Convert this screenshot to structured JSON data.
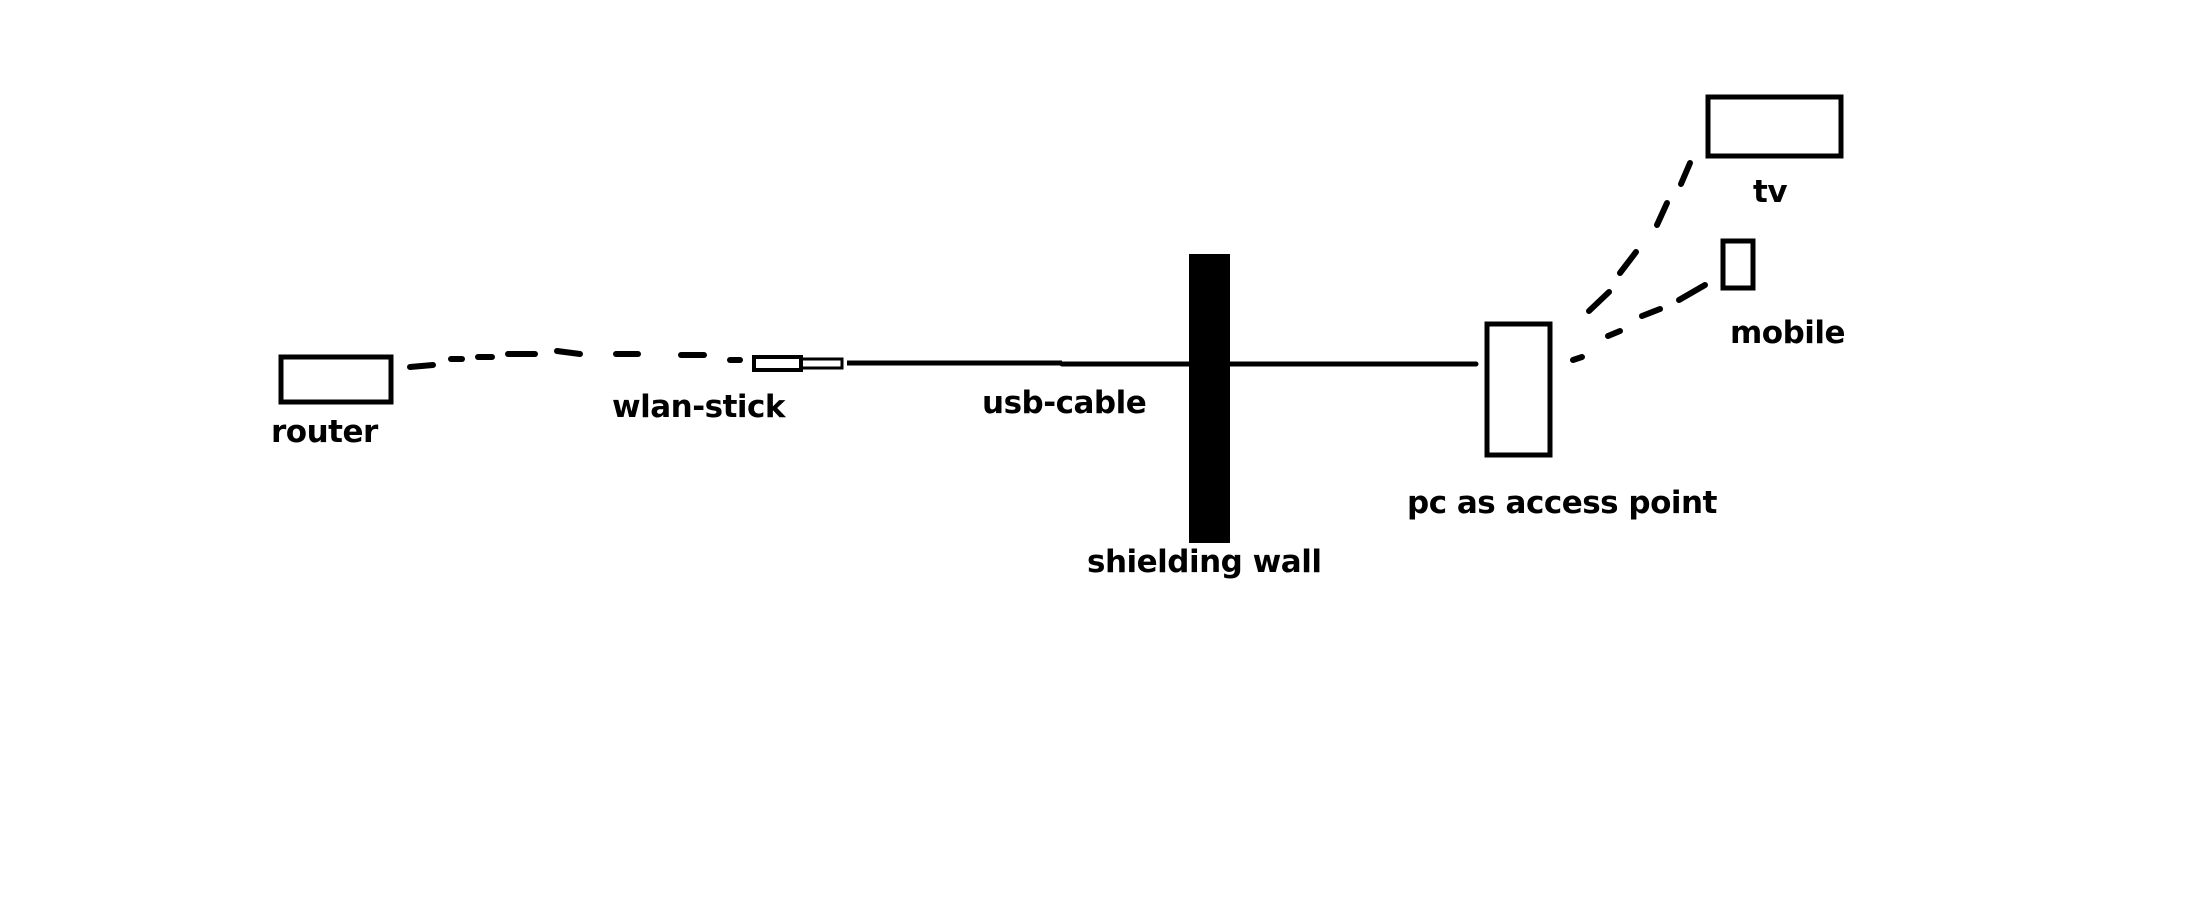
{
  "diagram": {
    "title": "",
    "colors": {
      "stroke": "#000000",
      "wall": "#000000",
      "background": "#ffffff"
    },
    "nodes": [
      {
        "id": "router",
        "label": "router"
      },
      {
        "id": "wlan-stick",
        "label": "wlan-stick"
      },
      {
        "id": "pc",
        "label": "pc as access point"
      },
      {
        "id": "tv",
        "label": "tv"
      },
      {
        "id": "mobile",
        "label": "mobile"
      }
    ],
    "barriers": [
      {
        "id": "wall",
        "label": "shielding wall"
      }
    ],
    "edges": [
      {
        "from": "router",
        "to": "wlan-stick",
        "type": "wireless",
        "style": "dashed",
        "label": ""
      },
      {
        "from": "wlan-stick",
        "to": "pc",
        "type": "wired",
        "style": "solid",
        "label": "usb-cable",
        "crosses": "wall"
      },
      {
        "from": "pc",
        "to": "tv",
        "type": "wireless",
        "style": "dashed",
        "label": ""
      },
      {
        "from": "pc",
        "to": "mobile",
        "type": "wireless",
        "style": "dashed",
        "label": ""
      }
    ]
  }
}
